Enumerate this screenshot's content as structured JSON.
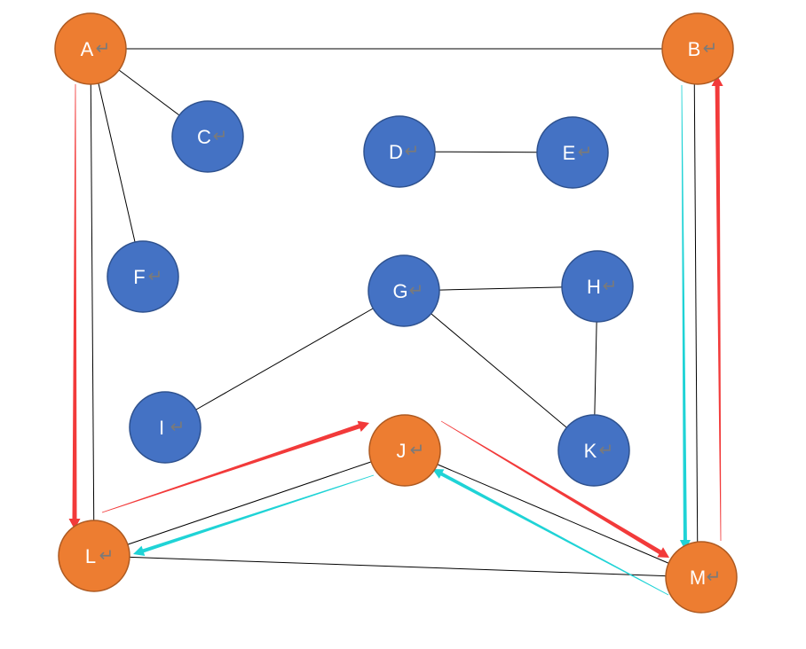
{
  "colors": {
    "hub_fill": "#ED7D31",
    "hub_stroke": "#AE5A21",
    "node_fill": "#4472C4",
    "node_stroke": "#2F528F",
    "edge": "#000000",
    "path_red": "#F23A3A",
    "path_cyan": "#1FD3D6",
    "return_mark": "#7a7a7a"
  },
  "return_mark": "↵",
  "nodes": [
    {
      "id": "A",
      "label": "A",
      "kind": "hub"
    },
    {
      "id": "B",
      "label": "B",
      "kind": "hub"
    },
    {
      "id": "C",
      "label": "C",
      "kind": "node"
    },
    {
      "id": "D",
      "label": "D",
      "kind": "node"
    },
    {
      "id": "E",
      "label": "E",
      "kind": "node"
    },
    {
      "id": "F",
      "label": "F",
      "kind": "node"
    },
    {
      "id": "G",
      "label": "G",
      "kind": "node"
    },
    {
      "id": "H",
      "label": "H",
      "kind": "node"
    },
    {
      "id": "I",
      "label": "I",
      "kind": "node"
    },
    {
      "id": "J",
      "label": "J",
      "kind": "hub"
    },
    {
      "id": "K",
      "label": "K",
      "kind": "node"
    },
    {
      "id": "L",
      "label": "L",
      "kind": "hub"
    },
    {
      "id": "M",
      "label": "M",
      "kind": "hub"
    }
  ],
  "edges": [
    {
      "from": "A",
      "to": "B"
    },
    {
      "from": "A",
      "to": "C"
    },
    {
      "from": "A",
      "to": "F"
    },
    {
      "from": "A",
      "to": "L"
    },
    {
      "from": "B",
      "to": "M"
    },
    {
      "from": "D",
      "to": "E"
    },
    {
      "from": "G",
      "to": "H"
    },
    {
      "from": "G",
      "to": "I"
    },
    {
      "from": "G",
      "to": "K"
    },
    {
      "from": "H",
      "to": "K"
    },
    {
      "from": "J",
      "to": "L"
    },
    {
      "from": "J",
      "to": "M"
    },
    {
      "from": "L",
      "to": "M"
    }
  ],
  "paths": [
    {
      "from": "A",
      "to": "L",
      "color": "red"
    },
    {
      "from": "L",
      "to": "J",
      "color": "red"
    },
    {
      "from": "J",
      "to": "M",
      "color": "red"
    },
    {
      "from": "M",
      "to": "B",
      "color": "red"
    },
    {
      "from": "B",
      "to": "M",
      "color": "cyan"
    },
    {
      "from": "M",
      "to": "J",
      "color": "cyan"
    },
    {
      "from": "J",
      "to": "L",
      "color": "cyan"
    }
  ]
}
